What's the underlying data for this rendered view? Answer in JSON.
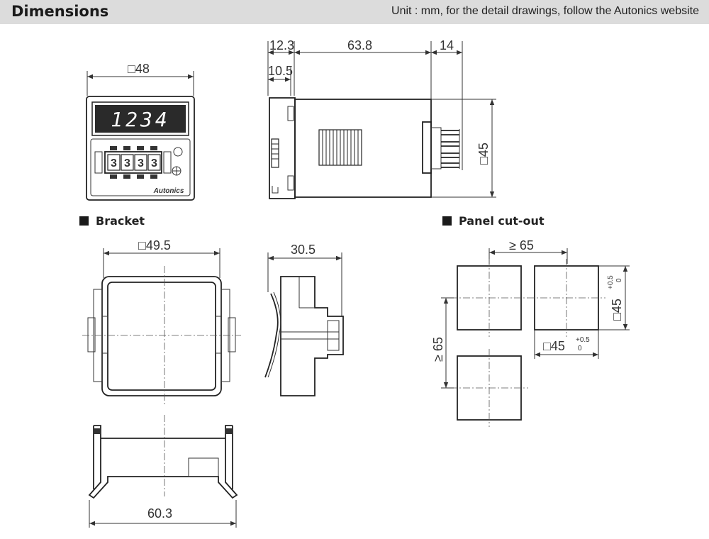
{
  "header": {
    "title": "Dimensions",
    "note": "Unit : mm, for the detail drawings, follow the Autonics website"
  },
  "front_view": {
    "width_dim": "□48",
    "display_digits": "1234",
    "switch_digits": [
      "3",
      "3",
      "3",
      "3"
    ],
    "brand": "Autonics"
  },
  "side_view": {
    "dim_a": "12.3",
    "dim_b": "63.8",
    "dim_c": "14",
    "dim_d": "10.5",
    "height_dim": "□45"
  },
  "bracket": {
    "label": "Bracket",
    "width_dim": "□49.5",
    "side_dim": "30.5",
    "bottom_dim": "60.3"
  },
  "panel_cutout": {
    "label": "Panel cut-out",
    "horizontal_min": "≥ 65",
    "vertical_min": "≥ 65",
    "hole_dim": "□45",
    "tol_plus": "+0.5",
    "tol_zero": "0"
  },
  "colors": {
    "header_bg": "#dcdcdc",
    "line": "#333333",
    "display_bg": "#2a2a2a",
    "display_digits": "#ffffff"
  }
}
